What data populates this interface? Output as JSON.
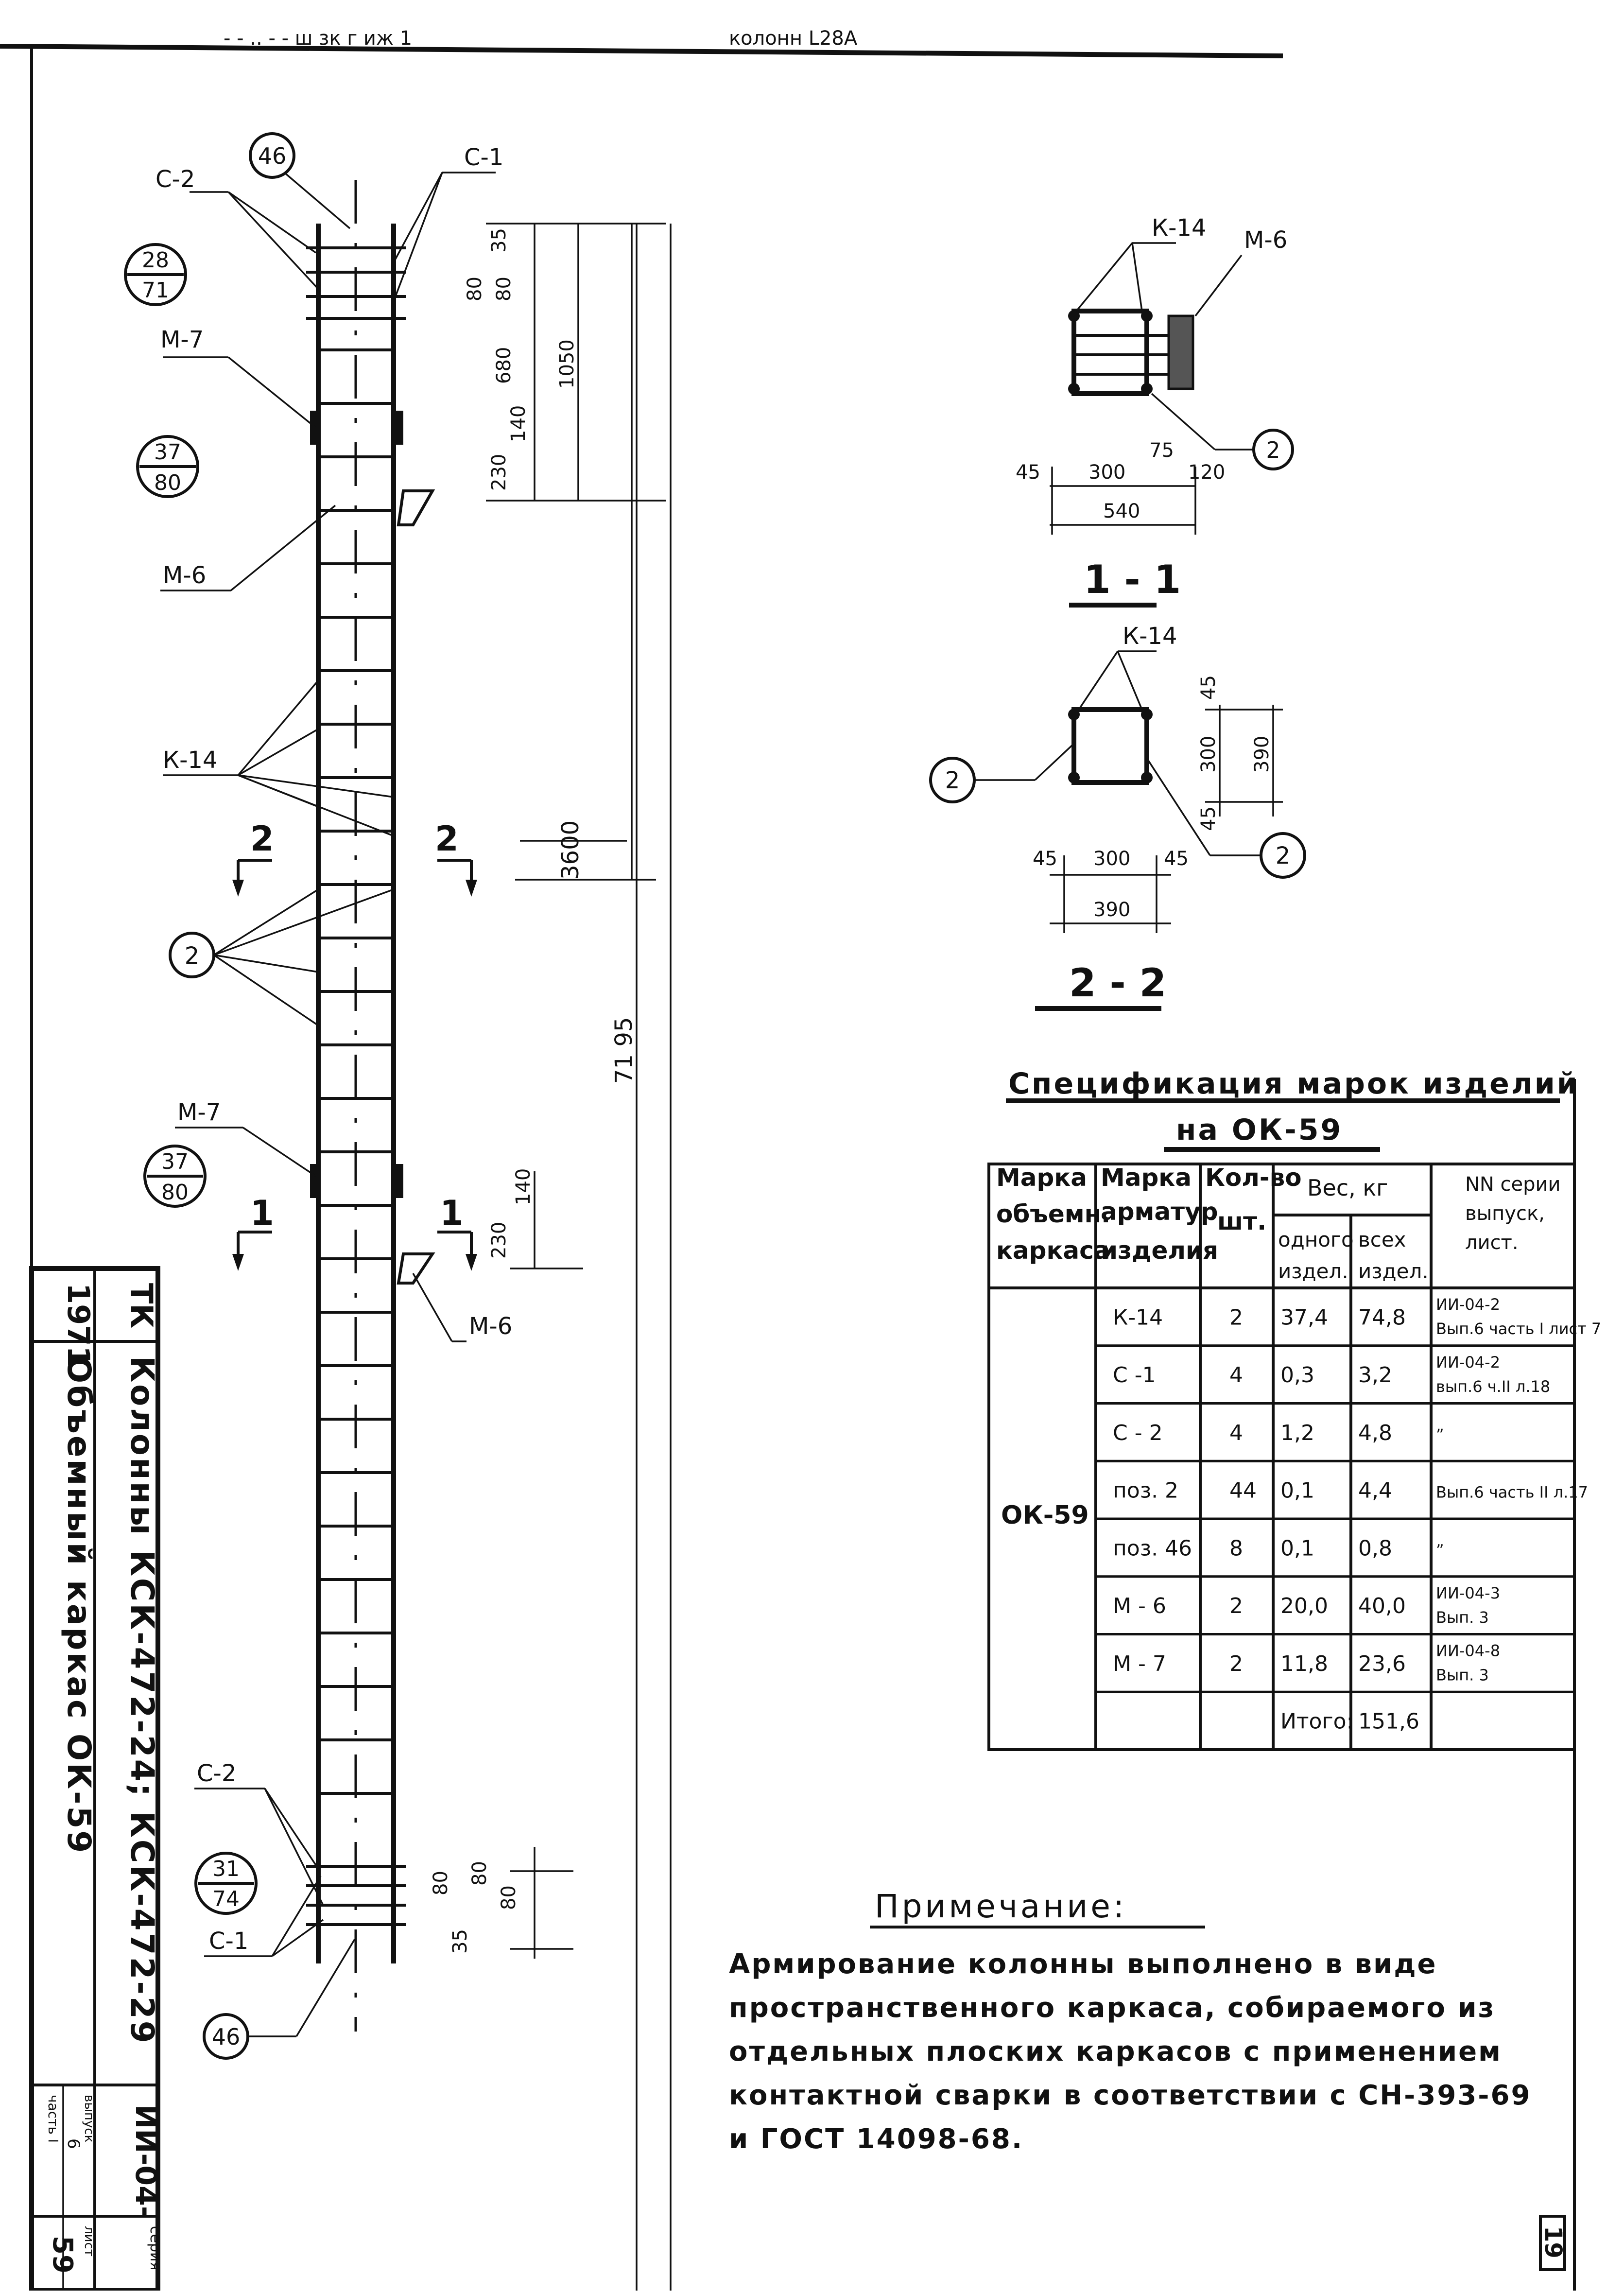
{
  "top_strip": {
    "a": "- - .. - - ш зк г  иж  1",
    "b": "колонн L28А"
  },
  "callouts": {
    "b46_top": "46",
    "b46_bot": "46",
    "b28_71": [
      "28",
      "71"
    ],
    "b37_80a": [
      "37",
      "80"
    ],
    "b37_80b": [
      "37",
      "80"
    ],
    "b31_74": [
      "31",
      "74"
    ],
    "pos2": "2",
    "sec_pos2": "2"
  },
  "labels": {
    "c1": "С-1",
    "c2": "С-2",
    "m7": "М-7",
    "m6": "М-6",
    "k14": "К-14",
    "sec22": "2",
    "sec11": "1"
  },
  "dims_left": {
    "d35": "35",
    "d80a": "80",
    "d80b": "80",
    "d680": "680",
    "d1050": "1050",
    "d140": "140",
    "d230": "230",
    "d3600": "3600",
    "d7195": "71 95",
    "d140b": "140",
    "d230b": "230",
    "d80c": "80",
    "d80d": "80",
    "d80e": "80",
    "d35b": "35"
  },
  "section11": {
    "title": "1 - 1",
    "k14": "К-14",
    "m6": "М-6",
    "pos": "2",
    "d45": "45",
    "d300": "300",
    "d75": "75",
    "d120": "120",
    "d540": "540"
  },
  "section22": {
    "title": "2 - 2",
    "k14": "К-14",
    "pos_left": "2",
    "pos_right": "2",
    "d45a": "45",
    "d300": "300",
    "d45b": "45",
    "d390": "390",
    "v45a": "45",
    "v300": "300",
    "v45b": "45",
    "v390": "390"
  },
  "spec": {
    "title": "Спецификация  марок  изделий",
    "subtitle": "на  ОК-59",
    "headers": {
      "h1": [
        "Марка",
        "объемн.",
        "каркаса"
      ],
      "h2": [
        "Марка",
        "арматур",
        "изделия"
      ],
      "h3": [
        "Кол-во",
        "шт."
      ],
      "h4": "Вес, кг",
      "h4a": [
        "одного",
        "издел."
      ],
      "h4b": [
        "всех",
        "издел."
      ],
      "h5": [
        "NN серии",
        "выпуск,",
        "лист."
      ]
    },
    "group": "ОК-59",
    "rows": [
      {
        "mark": "К-14",
        "qty": "2",
        "one": "37,4",
        "all": "74,8",
        "ref": [
          "ИИ-04-2",
          "Вып.6 часть I лист 7"
        ]
      },
      {
        "mark": "С -1",
        "qty": "4",
        "one": "0,3",
        "all": "3,2",
        "ref": [
          "ИИ-04-2",
          "вып.6 ч.II л.18"
        ]
      },
      {
        "mark": "С - 2",
        "qty": "4",
        "one": "1,2",
        "all": "4,8",
        "ref": [
          "”"
        ]
      },
      {
        "mark": "поз. 2",
        "qty": "44",
        "one": "0,1",
        "all": "4,4",
        "ref": [
          "Вып.6 часть II л.17"
        ]
      },
      {
        "mark": "поз. 46",
        "qty": "8",
        "one": "0,1",
        "all": "0,8",
        "ref": [
          "”"
        ]
      },
      {
        "mark": "М - 6",
        "qty": "2",
        "one": "20,0",
        "all": "40,0",
        "ref": [
          "ИИ-04-3",
          "Вып. 3"
        ]
      },
      {
        "mark": "М - 7",
        "qty": "2",
        "one": "11,8",
        "all": "23,6",
        "ref": [
          "ИИ-04-8",
          "Вып. 3"
        ]
      },
      {
        "mark": "",
        "qty": "",
        "one": "Итого:",
        "all": "151,6",
        "ref": [
          ""
        ]
      }
    ]
  },
  "note": {
    "title": "Примечание:",
    "lines": [
      "Армирование  колонны  выполнено  в  виде",
      "пространственного  каркаса,  собираемого  из",
      "отдельных  плоских  каркасов  с  применением",
      "контактной  сварки  в  соответствии  с  СН-393-69",
      "и  ГОСТ  14098-68."
    ]
  },
  "stamp": {
    "year": "1971",
    "tk": "ТК",
    "line1": "Колонны  КСК-472-24;  КСК-472-29",
    "line2": "Объемный  каркас  ОК-59",
    "series_label": "серия",
    "series": "ИИ-04-",
    "issue_label": "выпуск",
    "issue": "6",
    "part": "часть I",
    "sheet_label": "лист",
    "sheet": "59"
  },
  "page_no": "19"
}
